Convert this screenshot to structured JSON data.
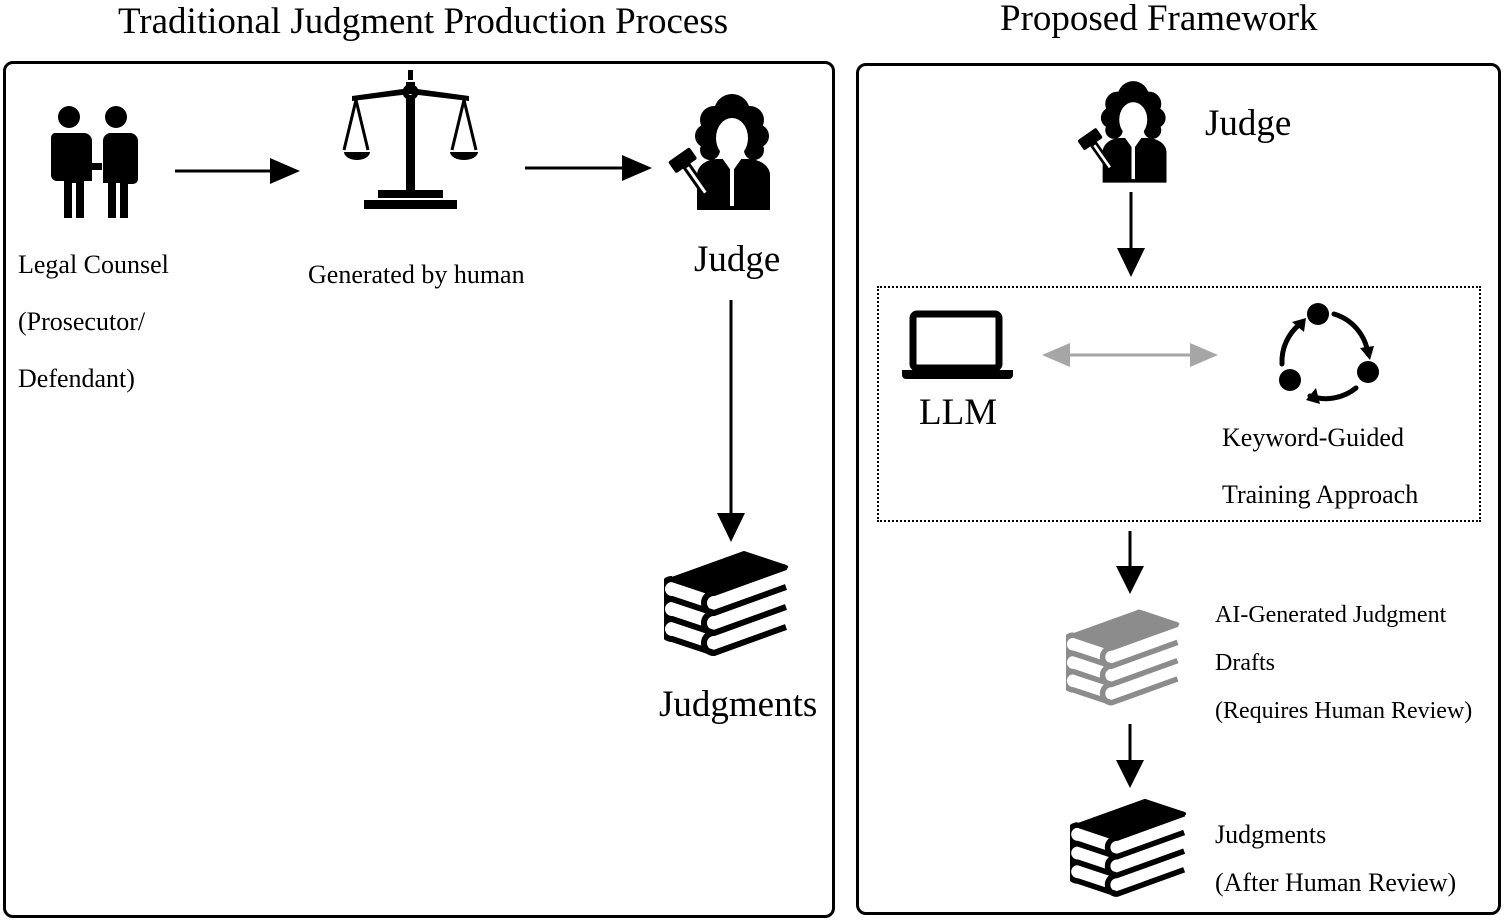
{
  "left_panel": {
    "title": "Traditional Judgment Production Process",
    "counsel_label": [
      "Legal Counsel",
      "(Prosecutor/",
      "Defendant)"
    ],
    "generated_label": "Generated by human",
    "judge_label": "Judge",
    "judgments_label": "Judgments"
  },
  "right_panel": {
    "title": "Proposed Framework",
    "judge_label": "Judge",
    "llm_label": "LLM",
    "keyword_label": [
      "Keyword-Guided",
      "Training Approach"
    ],
    "drafts_label": [
      "AI-Generated Judgment",
      "Drafts",
      "(Requires Human Review)"
    ],
    "final_label": [
      "Judgments",
      "(After Human Review)"
    ]
  },
  "colors": {
    "primary": "#000000",
    "muted": "#8c8c8c",
    "background": "#ffffff"
  },
  "icons": [
    "people-icon",
    "scales-icon",
    "judge-icon",
    "books-icon",
    "laptop-icon",
    "cycle-icon"
  ]
}
